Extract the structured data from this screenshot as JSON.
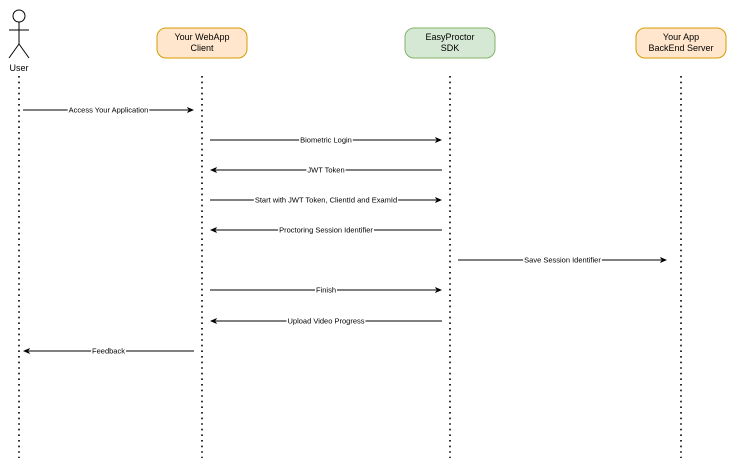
{
  "diagram": {
    "actor": {
      "name": "User",
      "icon": "stick-figure-icon"
    },
    "participants": [
      {
        "id": "webapp",
        "lines": [
          "Your WebApp",
          "Client"
        ],
        "fill": "#ffe6cc",
        "stroke": "#d79b00"
      },
      {
        "id": "sdk",
        "lines": [
          "EasyProctor",
          "SDK"
        ],
        "fill": "#d5e8d4",
        "stroke": "#82b366"
      },
      {
        "id": "backend",
        "lines": [
          "Your App",
          "BackEnd Server"
        ],
        "fill": "#ffe6cc",
        "stroke": "#d79b00"
      }
    ],
    "messages": [
      {
        "from": "user",
        "to": "webapp",
        "label": "Access Your Application"
      },
      {
        "from": "webapp",
        "to": "sdk",
        "label": "Biometric Login"
      },
      {
        "from": "sdk",
        "to": "webapp",
        "label": "JWT Token"
      },
      {
        "from": "webapp",
        "to": "sdk",
        "label": "Start with JWT Token, ClientId and ExamId"
      },
      {
        "from": "sdk",
        "to": "webapp",
        "label": "Proctoring Session Identifier"
      },
      {
        "from": "sdk",
        "to": "backend",
        "label": "Save Session Identifier"
      },
      {
        "from": "webapp",
        "to": "sdk",
        "label": "Finish"
      },
      {
        "from": "sdk",
        "to": "webapp",
        "label": "Upload Video Progress"
      },
      {
        "from": "webapp",
        "to": "user",
        "label": "Feedback"
      }
    ]
  }
}
